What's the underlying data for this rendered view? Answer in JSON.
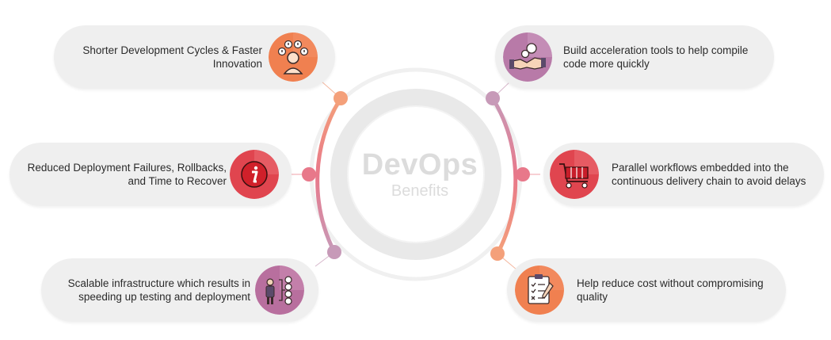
{
  "center": {
    "title": "DevOps",
    "subtitle": "Benefits"
  },
  "benefits": [
    {
      "id": "shorter-cycles",
      "side": "left",
      "text_lines": [
        "Shorter Development Cycles & Faster",
        "Innovation"
      ],
      "icon": "people-ideas-icon",
      "color": "#f08050"
    },
    {
      "id": "reduced-failures",
      "side": "left",
      "text_lines": [
        "Reduced Deployment Failures, Rollbacks,",
        "and Time to Recover"
      ],
      "icon": "info-icon",
      "color": "#e0454f"
    },
    {
      "id": "scalable-infra",
      "side": "left",
      "text_lines": [
        "Scalable infrastructure which results in",
        "speeding up testing and deployment"
      ],
      "icon": "org-chart-person-icon",
      "color": "#b86f9e"
    },
    {
      "id": "build-tools",
      "side": "right",
      "text_lines": [
        "Build acceleration tools to help compile",
        "code more quickly"
      ],
      "icon": "handshake-gears-icon",
      "color": "#b87aa8"
    },
    {
      "id": "parallel-workflows",
      "side": "right",
      "text_lines": [
        "Parallel workflows embedded into the",
        "continuous delivery chain to avoid delays"
      ],
      "icon": "cart-icon",
      "color": "#e0454f"
    },
    {
      "id": "reduce-cost",
      "side": "right",
      "text_lines": [
        "Help reduce cost without compromising",
        "quality"
      ],
      "icon": "checklist-icon",
      "color": "#f08050"
    }
  ],
  "colors": {
    "pill_bg": "#efefef",
    "ring": "#e9e9e9",
    "arc_peach": "#f4a07a",
    "arc_pink": "#e8788a",
    "arc_mauve": "#c79ab8",
    "text": "#2b2b2b"
  }
}
